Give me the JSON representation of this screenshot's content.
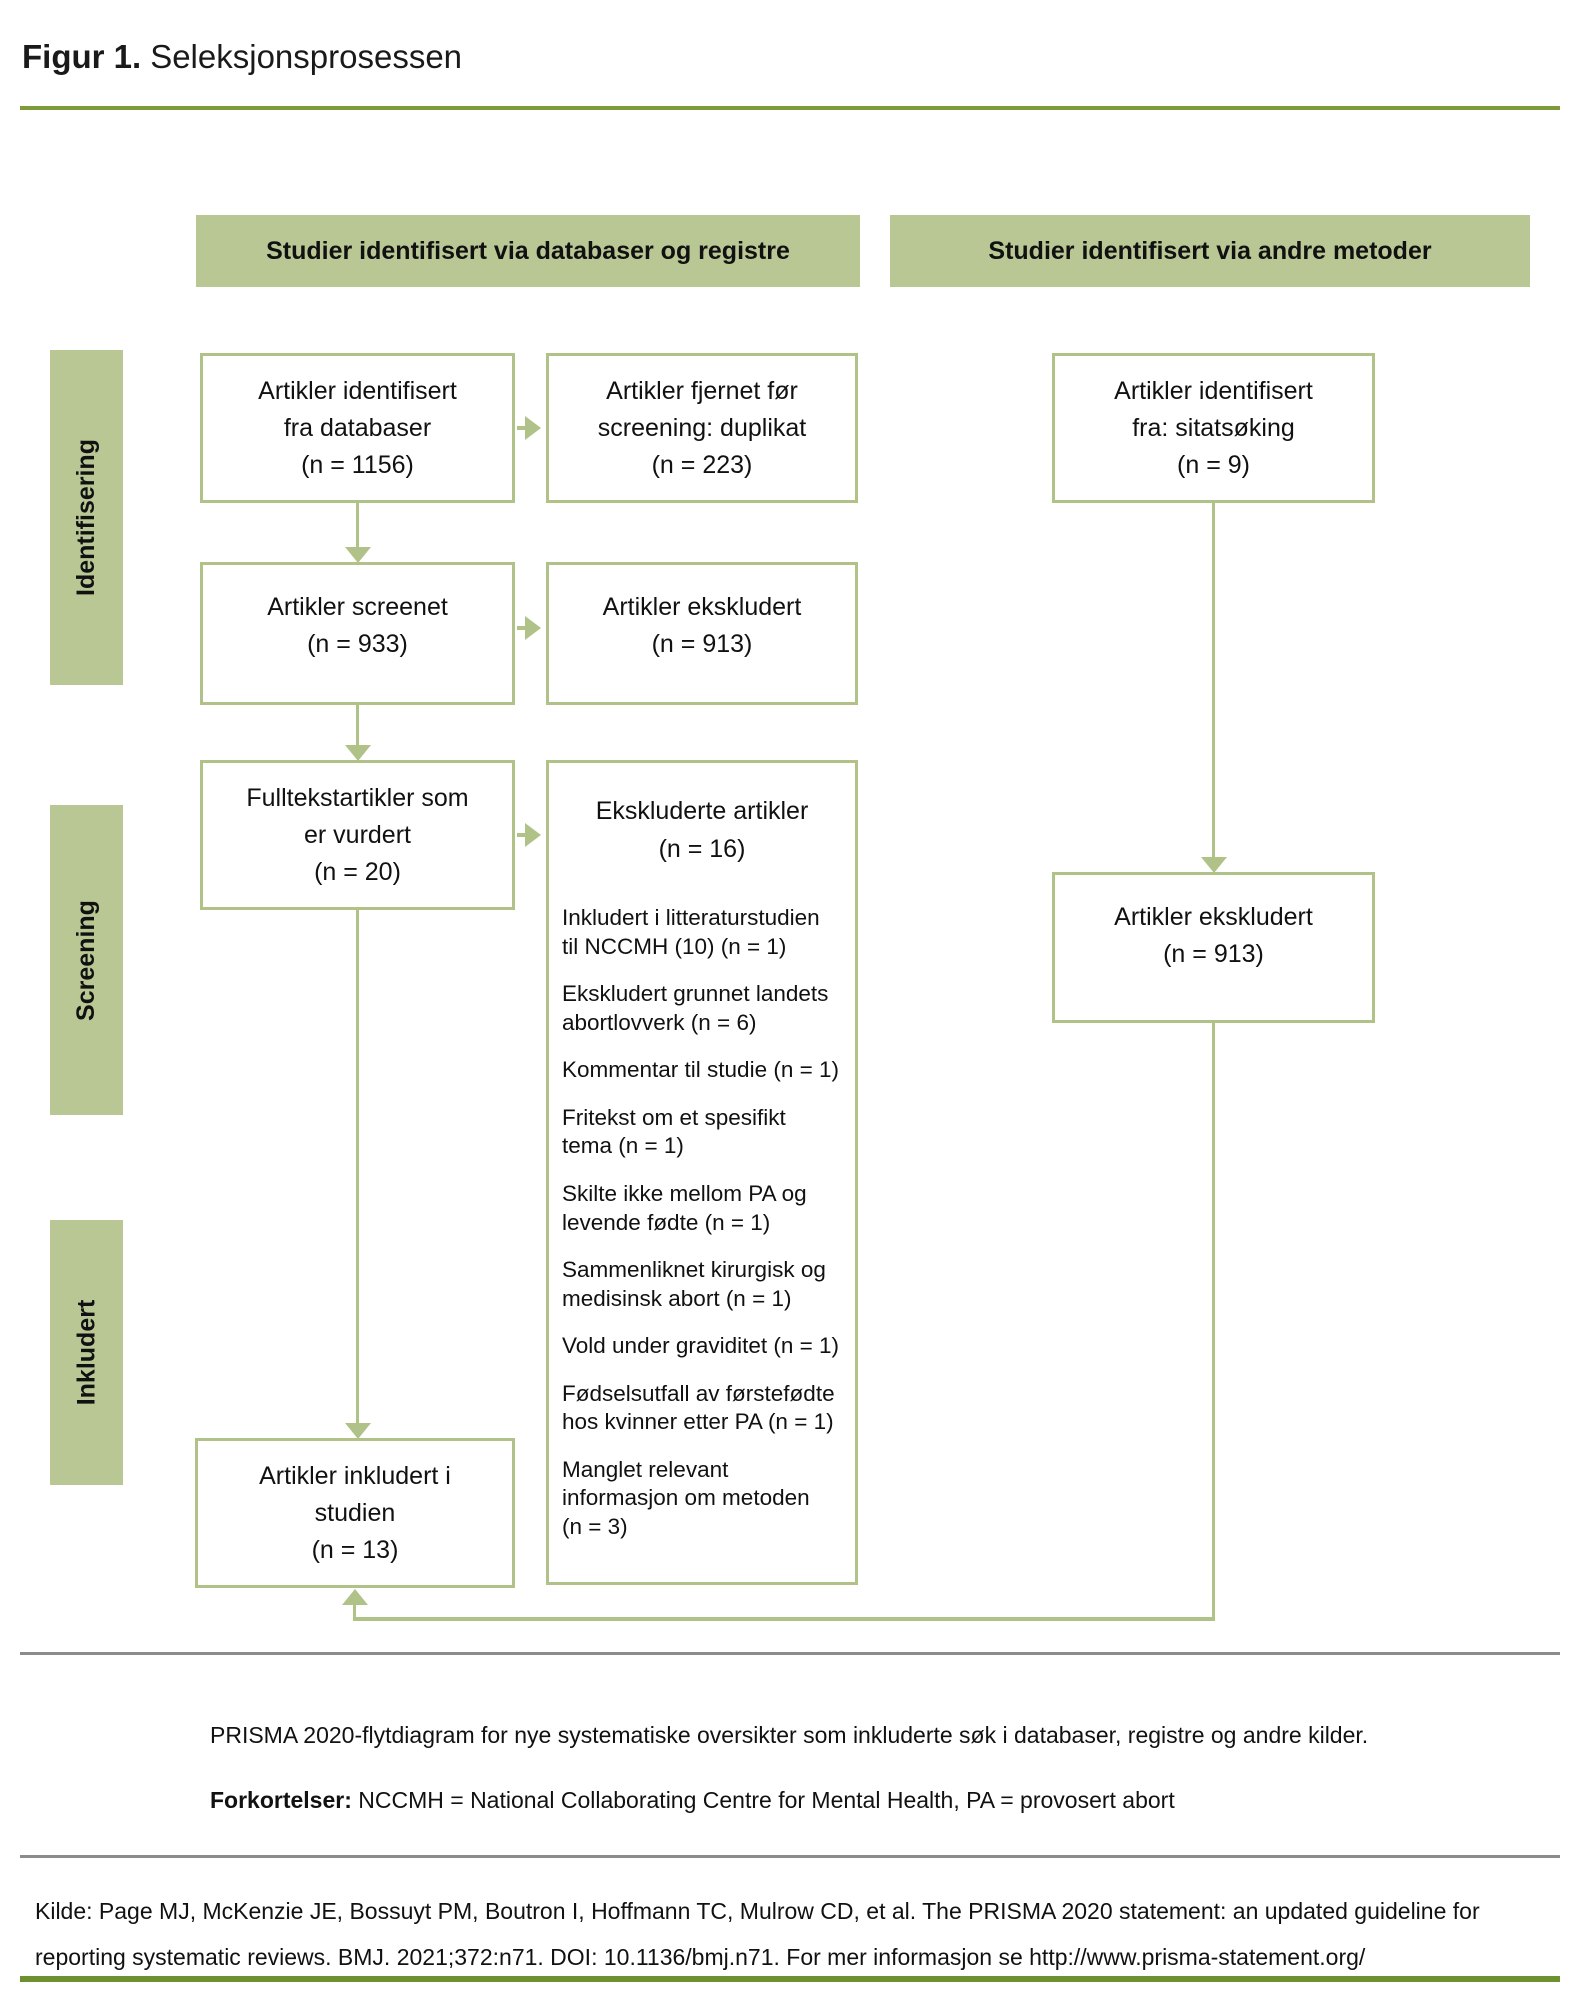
{
  "title": {
    "prefix": "Figur 1.",
    "rest": "Seleksjonsprosessen"
  },
  "banners": {
    "left": "Studier identifisert via databaser og registre",
    "right": "Studier identifisert via andre metoder"
  },
  "stages": {
    "identification": "Identifisering",
    "screening": "Screening",
    "included": "Inkludert"
  },
  "boxes": {
    "identified_databases": "Artikler identifisert\nfra databaser\n(n = 1156)",
    "removed_before_screening": "Artikler fjernet før\nscreening: duplikat\n(n = 223)",
    "screened": "Artikler screenet\n(n = 933)",
    "excluded_screening": "Artikler ekskludert\n(n = 913)",
    "fulltext_assessed": "Fulltekstartikler som\ner vurdert\n(n = 20)",
    "excluded_fulltext_title": "Ekskluderte artikler\n(n = 16)",
    "identified_citation": "Artikler identifisert\nfra: sitatsøking\n(n = 9)",
    "excluded_other": "Artikler ekskludert\n(n = 913)",
    "included_studies": "Artikler inkludert i\nstudien\n(n = 13)"
  },
  "exclusion_reasons": [
    "Inkludert i litteraturstudien\ntil NCCMH (10) (n = 1)",
    "Ekskludert grunnet landets\nabortlovverk (n = 6)",
    "Kommentar til studie (n = 1)",
    "Fritekst om et spesifikt\ntema (n = 1)",
    "Skilte ikke mellom PA og\nlevende fødte (n = 1)",
    "Sammenliknet kirurgisk og\nmedisinsk abort (n = 1)",
    "Vold under graviditet (n = 1)",
    "Fødselsutfall av førstefødte\nhos kvinner etter PA (n = 1)",
    "Manglet relevant\ninformasjon om metoden\n(n = 3)"
  ],
  "footer": {
    "prisma_note": "PRISMA 2020-flytdiagram for nye systematiske oversikter som inkluderte søk i databaser, registre og andre kilder.",
    "abbrev_label": "Forkortelser:",
    "abbrev_text": "NCCMH = National Collaborating Centre for Mental Health, PA = provosert abort",
    "source": "Kilde: Page MJ, McKenzie JE, Bossuyt PM, Boutron I, Hoffmann TC, Mulrow CD, et al. The PRISMA 2020 statement: an updated guideline for reporting systematic reviews. BMJ. 2021;372:n71. DOI: 10.1136/bmj.n71. For mer informasjon se http://www.prisma-statement.org/"
  },
  "colors": {
    "sage": "#b9c795",
    "sage-line": "#b1c289",
    "olive": "#7d9b3a",
    "olive-dark": "#6d9030",
    "gray-line": "#8b8b8b",
    "text": "#1a1a1a"
  }
}
